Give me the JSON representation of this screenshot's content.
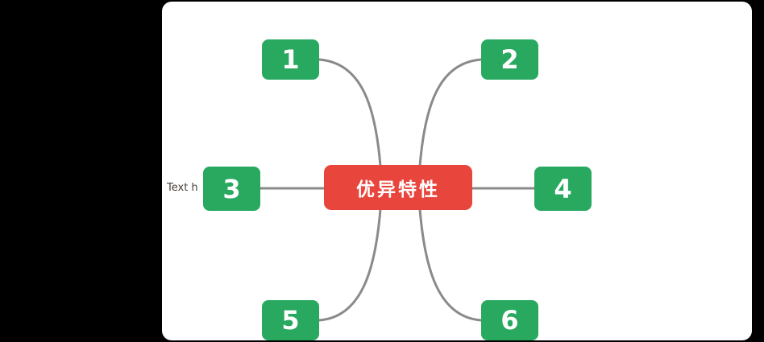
{
  "canvas": {
    "background_color": "#000000",
    "content_background_color": "#ffffff"
  },
  "mindmap": {
    "center": {
      "label": "优异特性",
      "color": "#e8453c",
      "text_color": "#ffffff"
    },
    "nodes": [
      {
        "label": "1",
        "position": "top-left",
        "color": "#29a960"
      },
      {
        "label": "2",
        "position": "top-right",
        "color": "#29a960"
      },
      {
        "label": "3",
        "position": "middle-left",
        "color": "#29a960"
      },
      {
        "label": "4",
        "position": "middle-right",
        "color": "#29a960"
      },
      {
        "label": "5",
        "position": "bottom-left",
        "color": "#29a960"
      },
      {
        "label": "6",
        "position": "bottom-right",
        "color": "#29a960"
      }
    ],
    "connector_color": "#8a8a8a"
  },
  "stray_text": {
    "label": "Text h"
  }
}
